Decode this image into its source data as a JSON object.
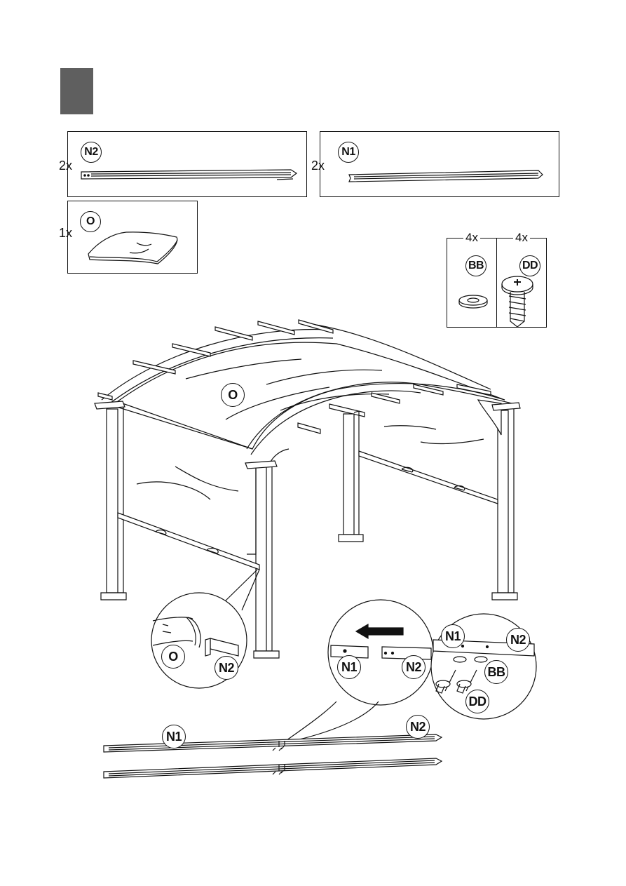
{
  "parts": [
    {
      "id": "N2",
      "qty": "2x"
    },
    {
      "id": "N1",
      "qty": "2x"
    },
    {
      "id": "O",
      "qty": "1x"
    }
  ],
  "hardware": [
    {
      "id": "BB",
      "qty": "4x"
    },
    {
      "id": "DD",
      "qty": "4x"
    }
  ],
  "callouts": {
    "canopy": "O",
    "detail_left_o": "O",
    "detail_left_n2": "N2",
    "detail_mid_n1": "N1",
    "detail_mid_n2": "N2",
    "detail_right_n1": "N1",
    "detail_right_n2": "N2",
    "detail_right_bb": "BB",
    "detail_right_dd": "DD",
    "bottom_n1": "N1",
    "bottom_n2": "N2"
  }
}
